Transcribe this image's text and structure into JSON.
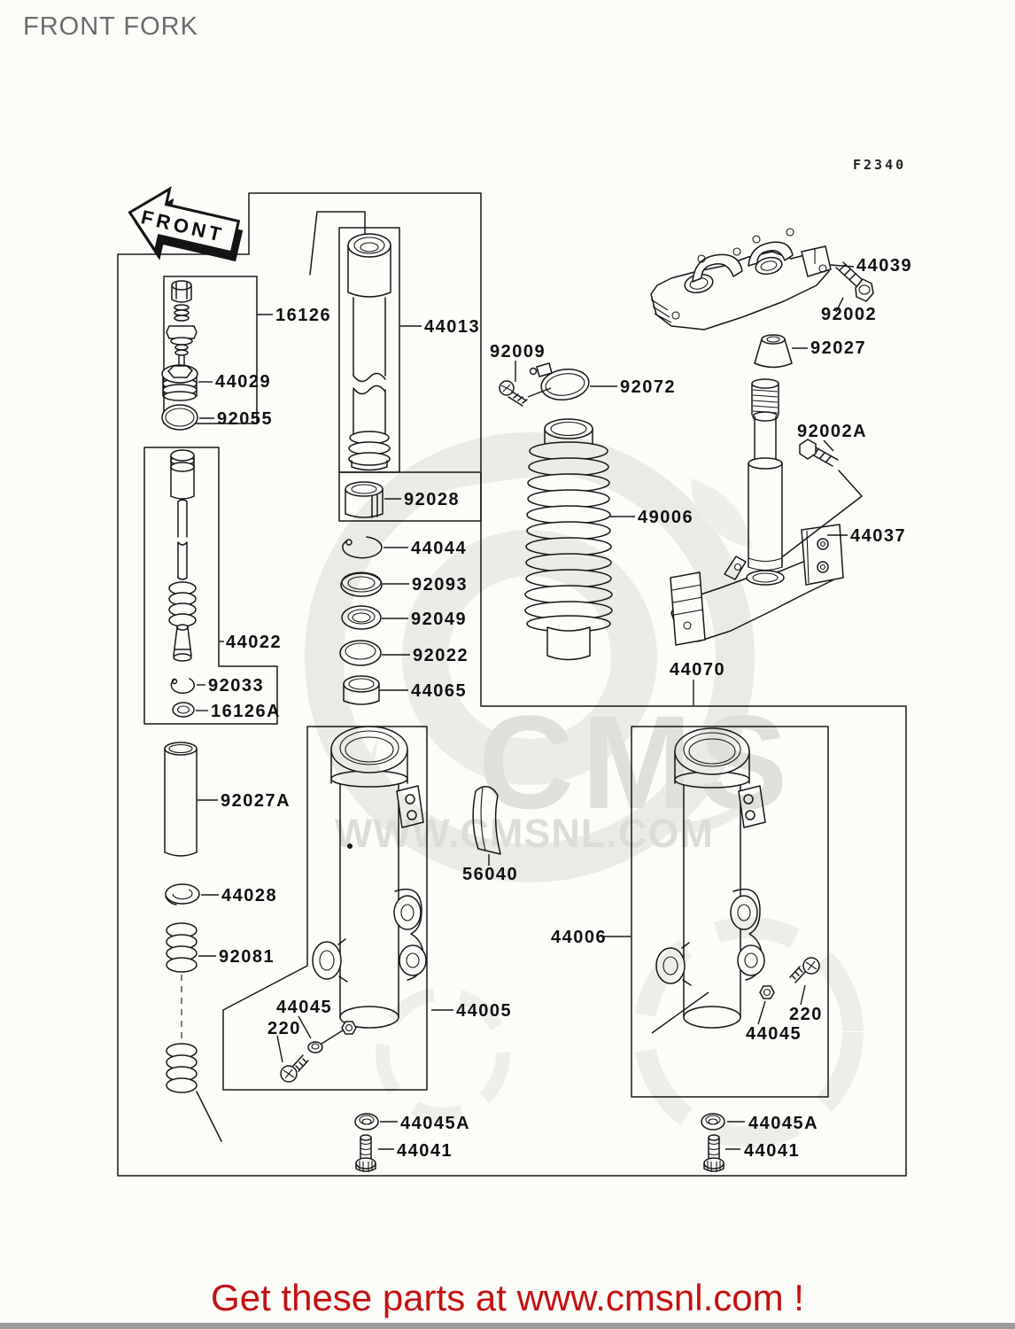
{
  "page": {
    "title": "FRONT FORK",
    "figure_code": "F2340",
    "front_arrow_label": "FRONT"
  },
  "watermark": {
    "logo_text": "CMS",
    "url_text": "WWW.CMSNL.COM"
  },
  "footer": {
    "promo": "Get these parts at www.cmsnl.com !"
  },
  "labels": {
    "16126": "16126",
    "44029": "44029",
    "92055": "92055",
    "44022": "44022",
    "92033": "92033",
    "16126A": "16126A",
    "92027A": "92027A",
    "44028": "44028",
    "92081": "92081",
    "44013": "44013",
    "92028": "92028",
    "44044": "44044",
    "92093": "92093",
    "92049": "92049",
    "92022": "92022",
    "44065": "44065",
    "92009": "92009",
    "92072": "92072",
    "49006": "49006",
    "56040": "56040",
    "44005": "44005",
    "44045": "44045",
    "220": "220",
    "44045A": "44045A",
    "44041": "44041",
    "44039": "44039",
    "92002": "92002",
    "92027": "92027",
    "92002A": "92002A",
    "44037": "44037",
    "44070": "44070",
    "44006": "44006"
  }
}
